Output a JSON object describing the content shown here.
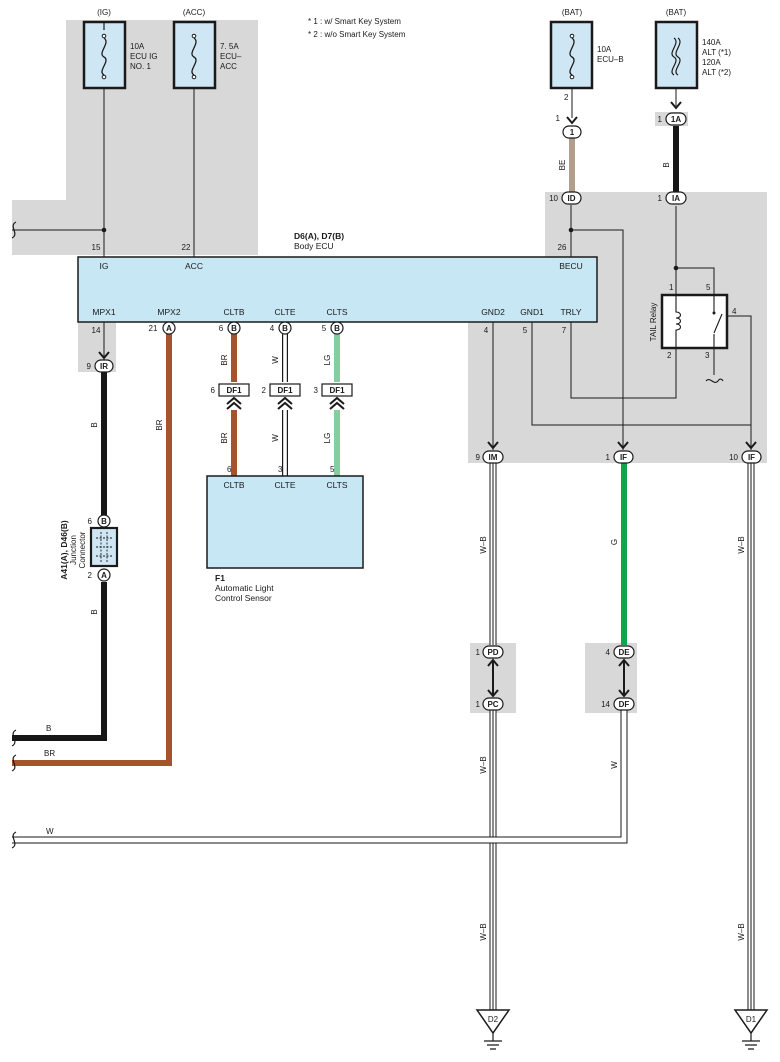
{
  "notes": {
    "note1": "* 1 : w/ Smart Key System",
    "note2": "* 2 : w/o Smart Key System"
  },
  "fuses": {
    "ig": {
      "source": "(IG)",
      "l1": "10A",
      "l2": "ECU IG",
      "l3": "NO. 1"
    },
    "acc": {
      "source": "(ACC)",
      "l1": "7. 5A",
      "l2": "ECU–",
      "l3": "ACC"
    },
    "bat1": {
      "source": "(BAT)",
      "l1": "10A",
      "l2": "ECU–B"
    },
    "bat2": {
      "source": "(BAT)",
      "l1": "140A",
      "l2": "ALT (*1)",
      "l3": "120A",
      "l4": "ALT (*2)"
    }
  },
  "ecu": {
    "code": "D6(A), D7(B)",
    "name": "Body ECU",
    "pins": {
      "ig": "IG",
      "acc": "ACC",
      "becu": "BECU",
      "mpx1": "MPX1",
      "mpx2": "MPX2",
      "cltb": "CLTB",
      "clte": "CLTE",
      "clts": "CLTS",
      "gnd2": "GND2",
      "gnd1": "GND1",
      "trly": "TRLY"
    },
    "pin_numbers": {
      "ig": "15",
      "acc": "22",
      "becu": "26",
      "mpx1": "14",
      "mpx2": "21",
      "cltb": "6",
      "clte": "4",
      "clts": "5",
      "gnd2": "4",
      "gnd1": "5",
      "trly": "7"
    }
  },
  "connectors": {
    "A": "A",
    "B": "B",
    "IR": "IR",
    "DF1": "DF1",
    "IM": "IM",
    "IF": "IF",
    "ID": "ID",
    "IA": "IA",
    "ONE": "1",
    "ONE_A": "1A",
    "PD": "PD",
    "PC": "PC",
    "DE": "DE",
    "DF": "DF"
  },
  "pin_labels": {
    "bat1_fuse_out": "2",
    "p1_top": "1",
    "p1a_left": "1",
    "id_left": "10",
    "ia_left": "1",
    "ir_left": "9",
    "df1_a": "6",
    "df1_b": "2",
    "df1_c": "3",
    "sensor_cltb": "6",
    "sensor_clte": "3",
    "sensor_clts": "5",
    "jc_top": "6",
    "jc_bottom": "2",
    "im_left": "9",
    "if_mid_left": "1",
    "if_right_left": "10",
    "pd_left": "1",
    "pc_left": "1",
    "de_left": "4",
    "df_left": "14",
    "relay_1": "1",
    "relay_5": "5",
    "relay_2": "2",
    "relay_3": "3",
    "relay_4": "4"
  },
  "wires": {
    "be": "BE",
    "b": "B",
    "br": "BR",
    "w": "W",
    "lg": "LG",
    "g": "G",
    "wb": "W–B"
  },
  "sensor": {
    "code": "F1",
    "name1": "Automatic Light",
    "name2": "Control Sensor",
    "pins": {
      "cltb": "CLTB",
      "clte": "CLTE",
      "clts": "CLTS"
    }
  },
  "junction_connector": {
    "code": "A41(A), D46(B)",
    "name1": "Junction",
    "name2": "Connector"
  },
  "relay": {
    "name": "TAIL Relay"
  },
  "grounds": {
    "d2": "D2",
    "d1": "D1"
  },
  "colors": {
    "shade": "#d8d8d8",
    "ecu_fill": "#c8e7f5",
    "fuse_fill": "#cfe6f4",
    "wire_black": "#161616",
    "wire_brown": "#a5532d",
    "wire_tan": "#b19e8c",
    "wire_lightgreen": "#84cf9f",
    "wire_green": "#0fa54b",
    "line": "#1a1a1a"
  }
}
